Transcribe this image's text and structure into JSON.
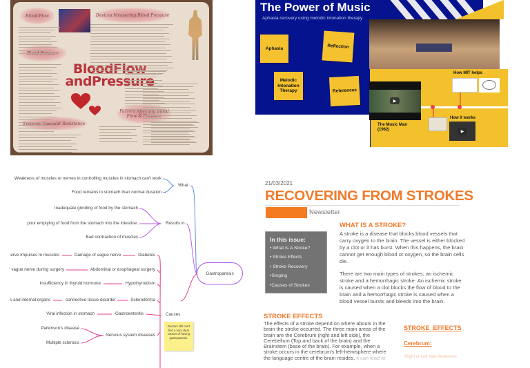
{
  "poster": {
    "title_line1": "BloodFlow",
    "title_line2": "andPressure",
    "headings": [
      "Blood Flow",
      "Blood Pressure",
      "Devices Measuring Blood Pressure",
      "Factors Affecting Blood Flow & Pressure",
      "Systemic Vascular Resistance"
    ]
  },
  "prezi": {
    "title": "The Power of Music",
    "subtitle": "Aphasia recovery using melodic intonation therapy",
    "stickies": [
      "Aphasia",
      "Reflection",
      "Melodic Intonation Therapy",
      "References"
    ],
    "video_label": "The Music Man (1962)",
    "mit_label": "How MIT helps",
    "works_label": "How it works",
    "colors": {
      "blue": "#05148e",
      "yellow": "#f3c12c",
      "dot": "#e8413b"
    }
  },
  "mindmap": {
    "center": "Gastroparesis",
    "what": {
      "label": "What",
      "items": [
        "Weakness of muscles or nerves in controlling muscles in stomach can't work",
        "Food remains in stomach than normal duration"
      ]
    },
    "results": {
      "label": "Results in",
      "items": [
        "Inadequate grinding of food by the stomach",
        "poor emptying of food from the stomach into the intestine.",
        "Bad contraction of muscles"
      ]
    },
    "causes": {
      "label": "Causes",
      "rows": [
        {
          "cause": "Diabetes",
          "mid": "Damage of vague nerve",
          "detail": "erve impulses to muscles"
        },
        {
          "cause": "Abdominal or esophageal surgery",
          "detail": "' vague nerve during surgery"
        },
        {
          "cause": "Hypothyroidism",
          "detail": "Insufficiency in thyroid hormone"
        },
        {
          "cause": "Scleroderma",
          "mid": "connective tissue disorder",
          "detail": "s and internal organs"
        },
        {
          "cause": "Gastroenteritis",
          "detail": "Viral infection in stomach"
        },
        {
          "cause": "Nervous system diseases",
          "subs": [
            "Parkinson's disease",
            "Multiple sclerosis"
          ]
        }
      ]
    },
    "note": "Doctors still can't find a very clear causes of having gastroparesis."
  },
  "newsletter": {
    "date": "21/03/2021",
    "title": "RECOVERING FROM STROKES",
    "subtitle": "Newsletter",
    "issue_heading": "In this issue:",
    "issue_items": [
      "• What Is A Stroke?",
      "• Stroke Effects",
      "• Stroke Recovery",
      "•Singing",
      "•Causes of Strokes"
    ],
    "what_heading": "WHAT IS A STROKE?",
    "what_p1": "A stroke is a disease that blocks blood vessels that carry oxygen to the brain. The vessel is either blocked by a clot or it has burst. When this happens, the brain cannot get enough blood or oxygen, so the brain cells die.",
    "what_p2": "There are two main types of strokes; an ischemic stroke and a hemorrhagic stroke. An ischemic stroke is caused when a clot blocks the flow of blood to the brain and a hemorrhagic stroke is caused when a blood vessel bursts and bleeds into the brain.",
    "effects_heading": "STROKE EFFECTS",
    "effects_text": "The effects of a stroke depend on where abouts in the brain the stroke occurred. The three main areas of the brain are the Cerebrum (right and left side), the Cerebellum (Top and back of the brain) and the Brainstem (base of the brain). For example, when a stroke occurs in the cerebrum's left-hemisphere where the language centre of the brain resides,",
    "effects_faded": "it can lead to language im-",
    "side_heading": "STROKE  EFFECTS",
    "side_sub": "Cerebrum:",
    "side_item": "-Right or Left side Weakness",
    "accent": "#f07a2a"
  }
}
